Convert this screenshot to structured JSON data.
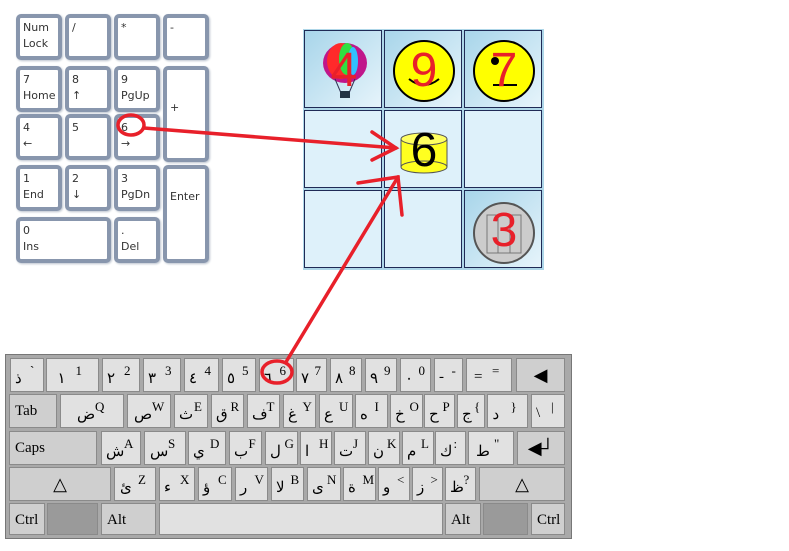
{
  "numpad": [
    [
      "Num",
      "Lock"
    ],
    [
      "/",
      ""
    ],
    [
      "*",
      ""
    ],
    [
      "-",
      ""
    ],
    [
      "7",
      "Home"
    ],
    [
      "8",
      "↑"
    ],
    [
      "9",
      "PgUp"
    ],
    [
      "+",
      ""
    ],
    [
      "4",
      "←"
    ],
    [
      "5",
      ""
    ],
    [
      "6",
      "→"
    ],
    [
      "1",
      "End"
    ],
    [
      "2",
      "↓"
    ],
    [
      "3",
      "PgDn"
    ],
    [
      "Enter",
      ""
    ],
    [
      "0",
      "Ins"
    ],
    [
      ".",
      "Del"
    ]
  ],
  "grid": [
    {
      "icon": "hot-air-balloon-icon",
      "number": "4"
    },
    {
      "icon": "smiley-face-icon",
      "number": "9"
    },
    {
      "icon": "winking-face-icon",
      "number": "7"
    },
    {
      "icon": "",
      "number": ""
    },
    {
      "icon": "yellow-cylinder-icon",
      "number": "6"
    },
    {
      "icon": "",
      "number": ""
    },
    {
      "icon": "",
      "number": ""
    },
    {
      "icon": "",
      "number": ""
    },
    {
      "icon": "stone-ball-icon",
      "number": "3"
    }
  ],
  "keyboard": {
    "rows": [
      [
        {
          "en": "`",
          "ar": "ذ"
        },
        {
          "en": "1",
          "ar": "١"
        },
        {
          "en": "2",
          "ar": "٢"
        },
        {
          "en": "3",
          "ar": "٣"
        },
        {
          "en": "4",
          "ar": "٤"
        },
        {
          "en": "5",
          "ar": "٥"
        },
        {
          "en": "6",
          "ar": "٦"
        },
        {
          "en": "7",
          "ar": "٧"
        },
        {
          "en": "8",
          "ar": "٨"
        },
        {
          "en": "9",
          "ar": "٩"
        },
        {
          "en": "0",
          "ar": "٠"
        },
        {
          "en": "-",
          "ar": "-"
        },
        {
          "en": "=",
          "ar": "="
        },
        {
          "label": "◀",
          "kind": "backspace"
        }
      ],
      [
        {
          "label": "Tab"
        },
        {
          "en": "Q",
          "ar": "ض"
        },
        {
          "en": "W",
          "ar": "ص"
        },
        {
          "en": "E",
          "ar": "ث"
        },
        {
          "en": "R",
          "ar": "ق"
        },
        {
          "en": "T",
          "ar": "ف"
        },
        {
          "en": "Y",
          "ar": "غ"
        },
        {
          "en": "U",
          "ar": "ع"
        },
        {
          "en": "I",
          "ar": "ه"
        },
        {
          "en": "O",
          "ar": "خ"
        },
        {
          "en": "P",
          "ar": "ح"
        },
        {
          "en": "{",
          "ar": "ج"
        },
        {
          "en": "}",
          "ar": "د"
        },
        {
          "en": "|",
          "ar": "\\"
        }
      ],
      [
        {
          "label": "Caps"
        },
        {
          "en": "A",
          "ar": "ش"
        },
        {
          "en": "S",
          "ar": "س"
        },
        {
          "en": "D",
          "ar": "ي"
        },
        {
          "en": "F",
          "ar": "ب"
        },
        {
          "en": "G",
          "ar": "ل"
        },
        {
          "en": "H",
          "ar": "ا"
        },
        {
          "en": "J",
          "ar": "ت"
        },
        {
          "en": "K",
          "ar": "ن"
        },
        {
          "en": "L",
          "ar": "م"
        },
        {
          "en": ":",
          "ar": "ك"
        },
        {
          "en": "\"",
          "ar": "ط"
        },
        {
          "label": "◀┘",
          "kind": "enter"
        }
      ],
      [
        {
          "label": "△",
          "kind": "shift"
        },
        {
          "en": "Z",
          "ar": "ئ"
        },
        {
          "en": "X",
          "ar": "ء"
        },
        {
          "en": "C",
          "ar": "ؤ"
        },
        {
          "en": "V",
          "ar": "ر"
        },
        {
          "en": "B",
          "ar": "لا"
        },
        {
          "en": "N",
          "ar": "ى"
        },
        {
          "en": "M",
          "ar": "ة"
        },
        {
          "en": "<",
          "ar": "و"
        },
        {
          "en": ">",
          "ar": "ز"
        },
        {
          "en": "?",
          "ar": "ظ"
        },
        {
          "label": "△",
          "kind": "shift"
        }
      ],
      [
        {
          "label": "Ctrl"
        },
        {
          "label": "",
          "kind": "win"
        },
        {
          "label": "Alt"
        },
        {
          "label": "",
          "kind": "space"
        },
        {
          "label": "Alt"
        },
        {
          "label": "",
          "kind": "win"
        },
        {
          "label": "Ctrl"
        }
      ]
    ]
  },
  "annotation_color": "#e8202a"
}
